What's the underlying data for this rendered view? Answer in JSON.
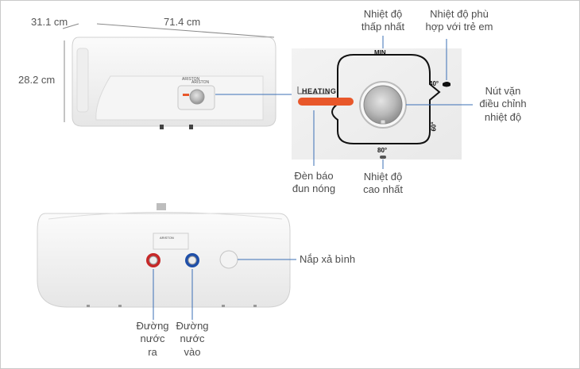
{
  "dimensions": {
    "depth": "31.1 cm",
    "width": "71.4 cm",
    "height": "28.2 cm"
  },
  "brand": "ARISTON",
  "control_panel": {
    "indicator_text": "HEATING",
    "scale": {
      "min": "MIN",
      "child_safe": "40°",
      "mid": "60°",
      "max": "80°"
    }
  },
  "labels": {
    "min_temp": [
      "Nhiệt độ",
      "thấp nhất"
    ],
    "child_safe_temp": [
      "Nhiệt độ phù",
      "hợp với trẻ em"
    ],
    "knob": [
      "Nút vặn",
      "điều chỉnh",
      "nhiệt độ"
    ],
    "heating_light": [
      "Đèn báo",
      "đun nóng"
    ],
    "max_temp": [
      "Nhiệt độ",
      "cao nhất"
    ],
    "drain_cap": "Nắp xả bình",
    "water_out": [
      "Đường",
      "nước",
      "ra"
    ],
    "water_in": [
      "Đường",
      "nước",
      "vào"
    ]
  },
  "colors": {
    "heating_bar": "#e8572a",
    "hot_pipe": "#c62828",
    "cold_pipe": "#1f4fa8",
    "leader_line": "#3b6fb6"
  }
}
